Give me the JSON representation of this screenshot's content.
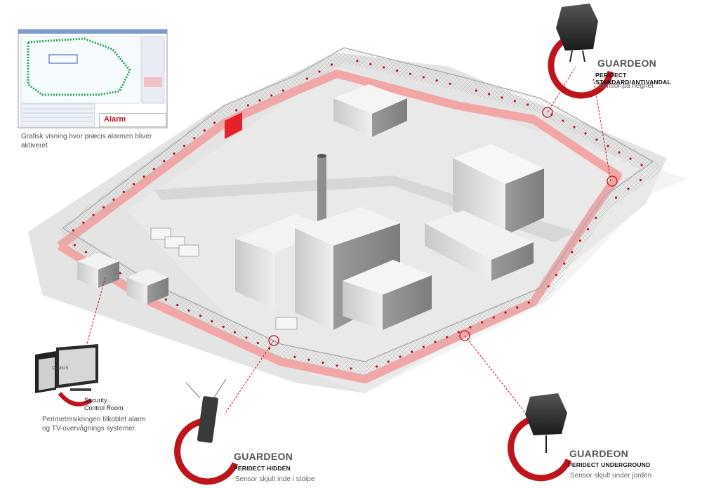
{
  "screenshot": {
    "alarm_label": "Alarm",
    "caption_line1": "Grafisk visning hvor præcis alarmen bliver",
    "caption_line2": "aktiveret"
  },
  "control_room": {
    "label_line1": "Security",
    "label_line2": "Control Room",
    "monitor_text": "CAMIUS",
    "caption_line1": "Perimetersikringen tilkoblet alarm",
    "caption_line2": "og TV-overvågnings systemer."
  },
  "products": [
    {
      "brand": "GUARDEON",
      "model": "PERIDECT STANDARD/ANTIVANDAL",
      "description": "Sensor på hegnet"
    },
    {
      "brand": "GUARDEON",
      "model": "PERIDECT HIDDEN",
      "description": "Sensor skjult inde i stolpe"
    },
    {
      "brand": "GUARDEON",
      "model": "PERIDECT UNDERGROUND",
      "description": "Sensor skjult under jorden"
    }
  ],
  "colors": {
    "accent_red": "#c0141c",
    "perimeter_pink": "#f2a6a6",
    "ground": "#e6e6e6",
    "building": "#d9d9d9"
  }
}
